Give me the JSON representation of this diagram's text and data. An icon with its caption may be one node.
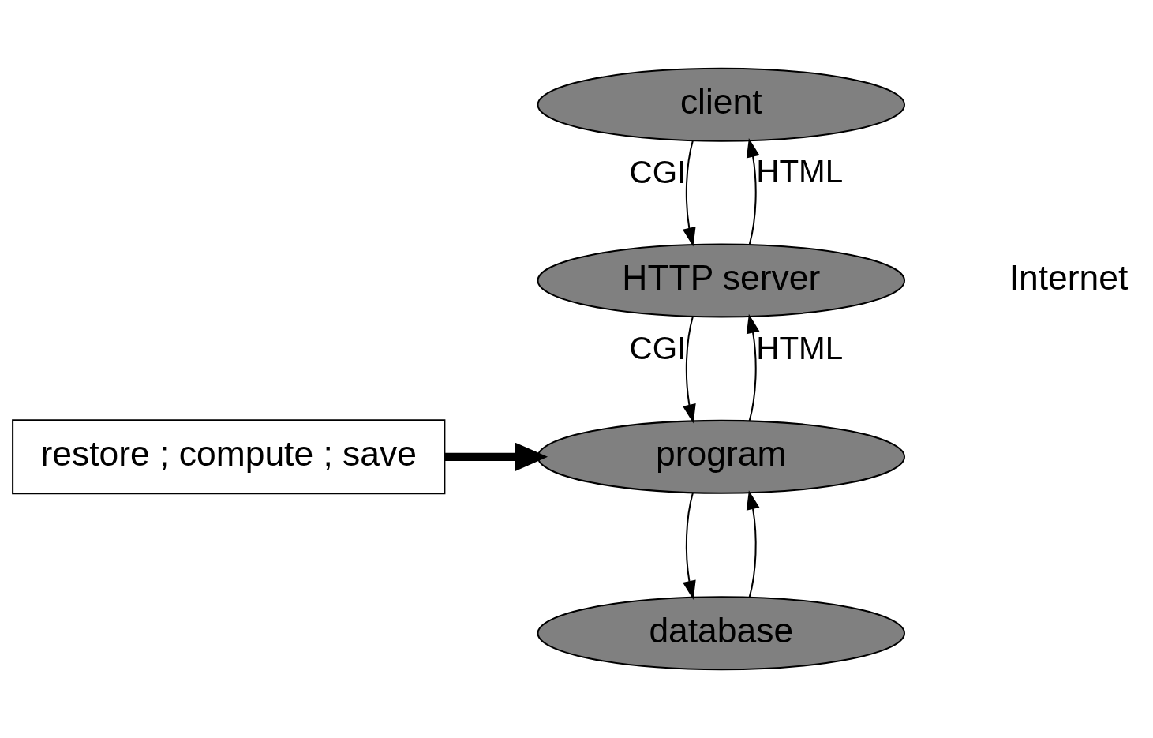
{
  "diagram": {
    "nodes": [
      {
        "text": [
          "client"
        ]
      },
      {
        "text": [
          "HTTP server"
        ]
      },
      {
        "text": [
          "program"
        ]
      },
      {
        "text": [
          "database"
        ]
      },
      {
        "text": [
          "restore ; compute ; save"
        ]
      }
    ],
    "edges": [
      {
        "from": 0,
        "to": 1,
        "arrow": "to",
        "label": "CGI"
      },
      {
        "from": 1,
        "to": 0,
        "arrow": "to",
        "label": "HTML"
      },
      {
        "from": 1,
        "to": 2,
        "arrow": "to",
        "label": "CGI"
      },
      {
        "from": 2,
        "to": 1,
        "arrow": "to",
        "label": "HTML"
      },
      {
        "from": 2,
        "to": 3,
        "arrow": "to"
      },
      {
        "from": 3,
        "to": 2,
        "arrow": "to"
      },
      {
        "from": 4,
        "to": 2,
        "arrow": "to",
        "style": "thick"
      }
    ],
    "labels": [
      "Internet"
    ]
  }
}
